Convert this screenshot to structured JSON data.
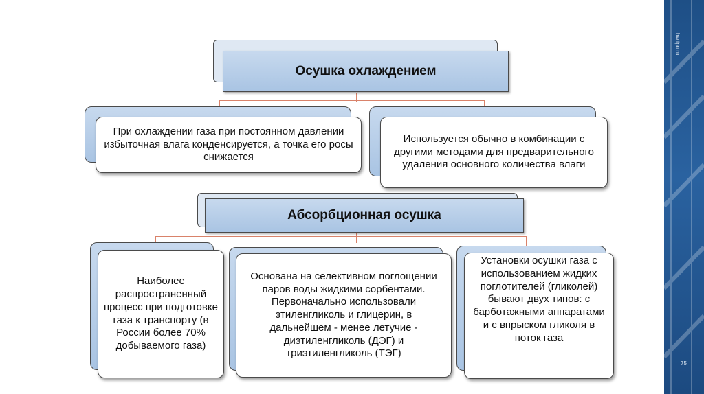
{
  "sidebar": {
    "site": "hw.tpu.ru",
    "page_number": "75"
  },
  "top_title": "Осушка охлаждением",
  "top_left_text": "При охлаждении газа при постоянном давлении избыточная  влага конденсируется, а точка его росы снижается",
  "top_right_text": "Используется обычно в комбинации с другими методами для предварительного удаления основного количества влаги",
  "mid_title": "Абсорбционная осушка",
  "bottom_left_text": "Наиболее распространенный процесс при подготовке газа к транспорту (в России более 70% добываемого газа)",
  "bottom_center_text": "Основана на селективном поглощении паров воды жидкими сорбентами. Первоначально использовали этиленгликоль и глицерин, в дальнейшем  - менее летучие  - диэтиленгликоль (ДЭГ) и триэтиленгликоль (ТЭГ)",
  "bottom_right_text": "Установки осушки газа с использованием жидких поглотителей (гликолей) бывают двух типов: с барботажными аппаратами и с впрыском гликоля в поток газа",
  "colors": {
    "sidebar": "#1e4f86",
    "header_fill": "#b4cde8",
    "connector": "#d9826a"
  }
}
